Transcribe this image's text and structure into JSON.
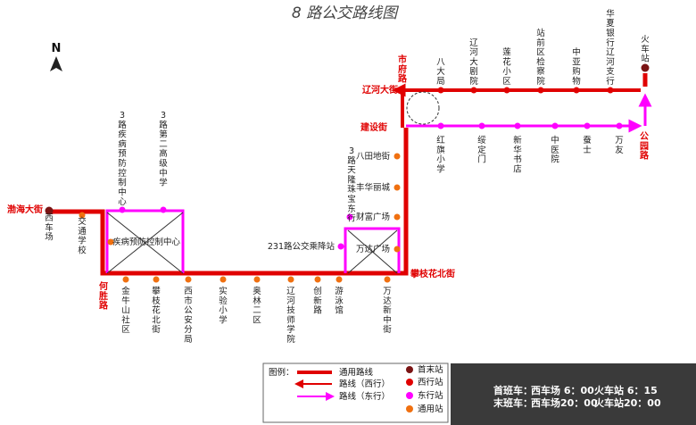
{
  "title": "8 路公交路线图",
  "north_label": "N",
  "colors": {
    "common": "#e00000",
    "east": "#ff00ff",
    "terminal": "#7a1414",
    "west_stop": "#e00000",
    "east_stop": "#ff00ff",
    "common_stop": "#f07010",
    "cross": "#333333",
    "panel": "#3a3a3a"
  },
  "roads": [
    "渤海大街",
    "何胜路",
    "市府路",
    "辽河大街",
    "建设街",
    "公园路",
    "攀枝花北街"
  ],
  "terminals": [
    {
      "id": "xichechang",
      "label": "西车场"
    },
    {
      "id": "huochezhan",
      "label": "火车站"
    }
  ],
  "stops_top": [
    "八大局",
    "辽河大剧院",
    "莲花小区",
    "站前区检察院",
    "中亚购物",
    "华夏银行辽河支行"
  ],
  "stops_upper_mid": [
    "红旗小学",
    "绥定门",
    "新华书店",
    "中医院",
    "蚕士",
    "万友"
  ],
  "stops_right_vertical": [
    "八田地街",
    "丰华丽城",
    "财富广场",
    "万达广场"
  ],
  "stops_3lu_left": [
    "3路疾病预防控制中心",
    "3路第二高级中学"
  ],
  "stop_3lu_east": "3路天隆珠宝东行",
  "stop_231": "231路公交乘降站",
  "stop_cdc": "疾病预防控制中心",
  "stop_jiaotong": "交通学校",
  "stops_bottom": [
    "金牛山社区",
    "攀枝花北街",
    "西市公安分局",
    "实验小学",
    "奥林二区",
    "辽河技师学院",
    "创新路",
    "游泳馆",
    "万达新中街"
  ],
  "legend": {
    "title": "图例：",
    "items": [
      "通用路线",
      "路线（西行）",
      "路线（东行）"
    ],
    "stop_types": [
      "首末站",
      "西行站",
      "东行站",
      "通用站"
    ]
  },
  "schedule": {
    "first_label": "首班车：",
    "first_west": "西车场 6：00",
    "first_east": "火车站 6：15",
    "last_label": "末班车：",
    "last_west": "西车场20：00",
    "last_east": "火车站20：00"
  }
}
